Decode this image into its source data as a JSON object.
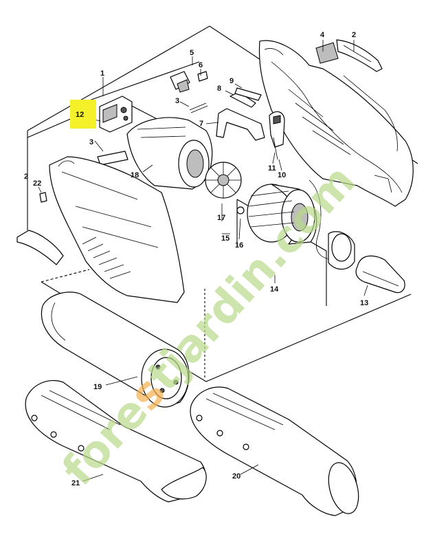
{
  "diagram": {
    "highlight_part": "12",
    "highlight_color": "#f4f02a",
    "callouts": [
      "1",
      "2",
      "2",
      "3",
      "3",
      "4",
      "5",
      "6",
      "7",
      "8",
      "9",
      "10",
      "11",
      "12",
      "13",
      "14",
      "15",
      "16",
      "17",
      "18",
      "19",
      "20",
      "21",
      "22"
    ]
  },
  "watermark": {
    "text": "forestjardin.com",
    "green": "#b8d98a",
    "orange": "#f5b04f"
  }
}
